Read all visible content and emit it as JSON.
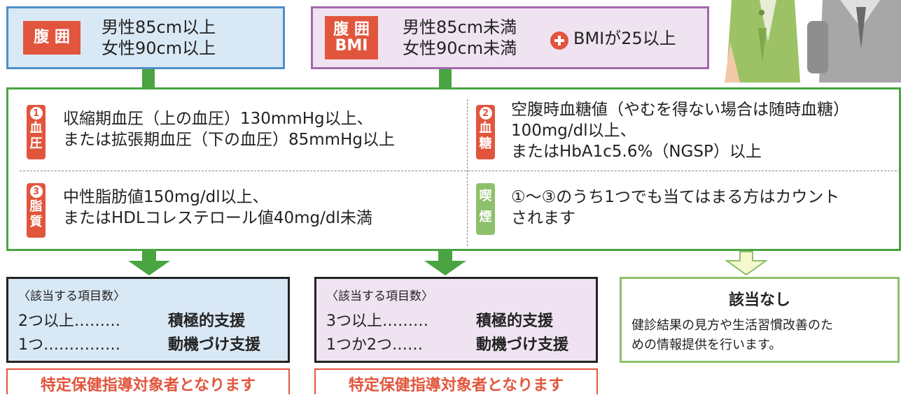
{
  "top": {
    "left": {
      "tag": "腹 囲",
      "line1": "男性85cm以上",
      "line2": "女性90cm以上"
    },
    "right": {
      "tag1": "腹 囲",
      "tag2": "BMI",
      "line1": "男性85cm未満",
      "line2": "女性90cm未満",
      "plus_text": "BMIが25以上"
    }
  },
  "criteria": [
    {
      "num": "1",
      "chars": [
        "血",
        "圧"
      ],
      "lines": [
        "収縮期血圧（上の血圧）130mmHg以上、",
        "または拡張期血圧（下の血圧）85mmHg以上"
      ]
    },
    {
      "num": "2",
      "chars": [
        "血",
        "糖"
      ],
      "lines": [
        "空腹時血糖値（やむを得ない場合は随時血糖）",
        "100mg/dl以上、",
        "またはHbA1c5.6%（NGSP）以上"
      ]
    },
    {
      "num": "3",
      "chars": [
        "脂",
        "質"
      ],
      "lines": [
        "中性脂肪値150mg/dl以上、",
        "またはHDLコレステロール値40mg/dl未満"
      ]
    },
    {
      "num": "",
      "chars": [
        "喫",
        "煙"
      ],
      "lines": [
        "①～③のうち1つでも当てはまる方はカウント",
        "されます"
      ]
    }
  ],
  "results": [
    {
      "heading": "〈該当する項目数〉",
      "rows": [
        {
          "count": "2つ以上………",
          "support": "積極的支援"
        },
        {
          "count": "1つ……………",
          "support": "動機づけ支援"
        }
      ],
      "footer": "特定保健指導対象者となります"
    },
    {
      "heading": "〈該当する項目数〉",
      "rows": [
        {
          "count": "3つ以上………",
          "support": "積極的支援"
        },
        {
          "count": "1つか2つ……",
          "support": "動機づけ支援"
        }
      ],
      "footer": "特定保健指導対象者となります"
    },
    {
      "title": "該当なし",
      "desc1": "健診結果の見方や生活習慣改善のた",
      "desc2": "めの情報提供を行います。"
    }
  ],
  "colors": {
    "tag_red": "#e2553d",
    "green": "#4aa441",
    "light_green": "#8dc06b",
    "blue_bg": "#d9e8f5",
    "purple_bg": "#efe3f1"
  }
}
